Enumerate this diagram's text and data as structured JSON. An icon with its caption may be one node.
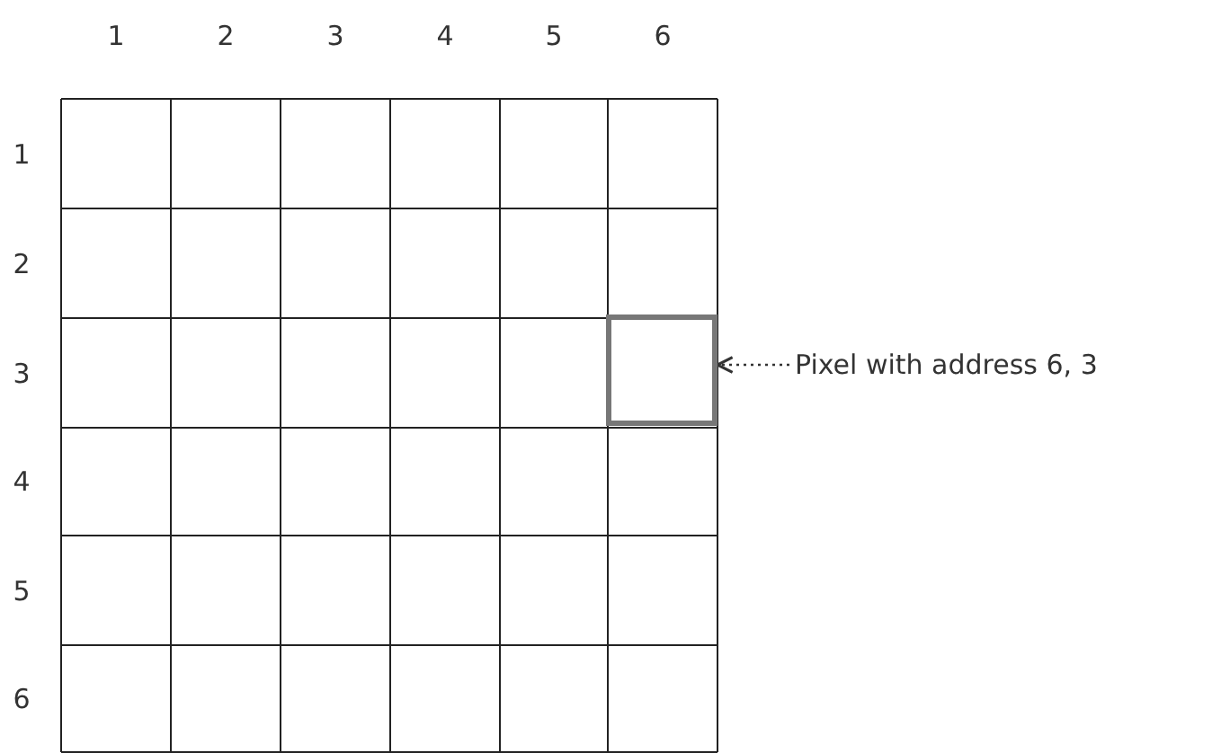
{
  "diagram": {
    "nodes": [
      {
        "text": [
          "Pixel with address 6, 3"
        ]
      },
      {
        "text": [],
        "shape": "box"
      }
    ],
    "edges": [
      {
        "from": 0,
        "to": 1,
        "arrow": "to",
        "style": "dashed"
      }
    ],
    "labels": [
      "1",
      "2",
      "3",
      "4",
      "5",
      "6",
      "1",
      "2",
      "3",
      "4",
      "5",
      "6"
    ]
  }
}
